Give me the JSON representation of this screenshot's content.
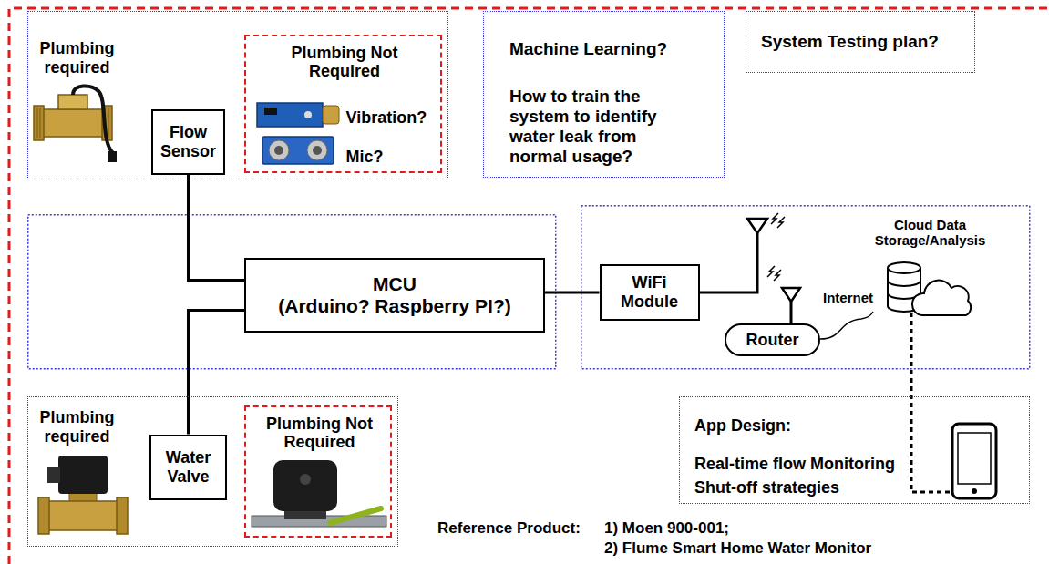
{
  "diagram": {
    "nodes": [
      {
        "text": [
          "Plumbing required"
        ]
      },
      {
        "text": [
          "Flow Sensor"
        ],
        "in": 0
      },
      {
        "text": [
          "Plumbing Not Required",
          "Vibration?",
          "Mic?"
        ],
        "in": 0
      },
      {
        "text": [
          "Machine Learning?",
          "How to train the system to identify water leak from normal usage?"
        ]
      },
      {
        "text": [
          "System Testing plan?"
        ]
      },
      {
        "text": [
          "MCU",
          "(Arduino? Raspberry PI?)"
        ]
      },
      {
        "text": [
          "WiFi Module"
        ]
      },
      {
        "text": [
          "Router"
        ]
      },
      {
        "text": [
          "Plumbing required"
        ]
      },
      {
        "text": [
          "Water Valve"
        ],
        "in": 8
      },
      {
        "text": [
          "Plumbing Not Required"
        ],
        "in": 8
      },
      {
        "text": [
          "App Design:",
          "Real-time flow Monitoring",
          "Shut-off strategies"
        ]
      }
    ],
    "edges": [
      {
        "from": 1,
        "to": 5,
        "arrow": "none"
      },
      {
        "from": 9,
        "to": 5,
        "arrow": "none"
      },
      {
        "from": 5,
        "to": 6,
        "arrow": "none"
      }
    ],
    "labels": [
      "Cloud Data Storage/Analysis",
      "Internet",
      "Reference Product:",
      "1) Moen 900-001;",
      "2) Flume Smart Home Water Monitor"
    ]
  }
}
